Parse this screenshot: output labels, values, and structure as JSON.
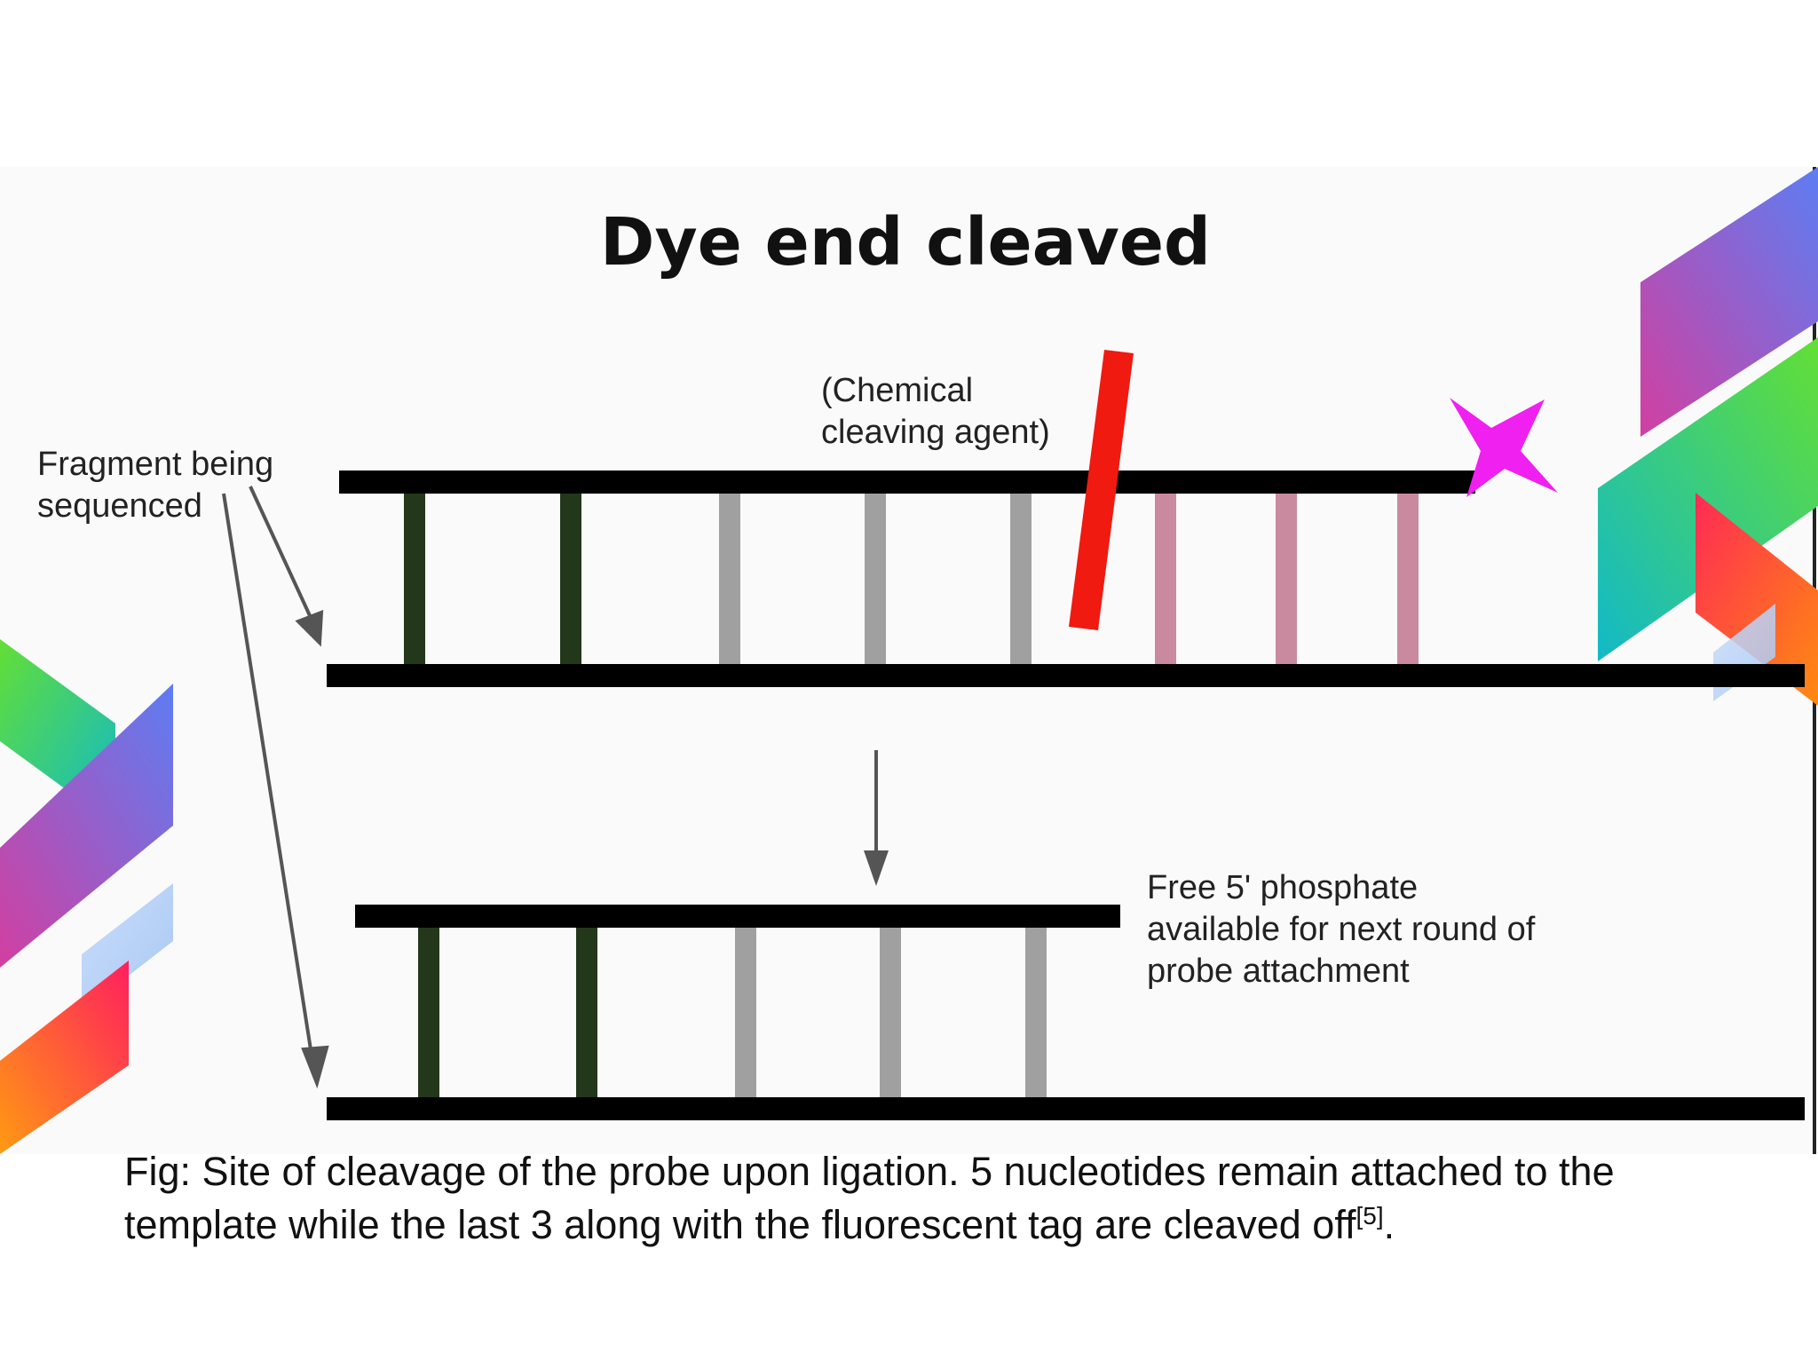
{
  "slide": {
    "title": "Dye end cleaved",
    "labels": {
      "chemical_agent": [
        "(Chemical",
        "cleaving agent)"
      ],
      "fragment": [
        "Fragment being",
        "sequenced"
      ],
      "free_phosphate": [
        "Free 5' phosphate",
        "available for next round of",
        "probe attachment"
      ]
    },
    "caption": {
      "text": "Fig: Site of cleavage of the probe upon ligation. 5 nucleotides remain attached to the template while the last 3 along with the fluorescent tag are cleaved off",
      "reference": "[5]",
      "end": "."
    }
  },
  "diagram": {
    "top_probe": {
      "rungs": [
        "dark-green",
        "dark-green",
        "gray",
        "gray",
        "gray",
        "pink",
        "pink",
        "pink"
      ]
    },
    "bottom_probe": {
      "rungs": [
        "dark-green",
        "dark-green",
        "gray",
        "gray",
        "gray"
      ]
    },
    "colors": {
      "backbone": "#000000",
      "dark-green": "#23381a",
      "gray": "#a0a0a0",
      "pink": "#c98aa0",
      "cleaving_agent": "#f01a10",
      "fluorescent_tag": "#f020f0",
      "arrow": "#555555"
    }
  }
}
